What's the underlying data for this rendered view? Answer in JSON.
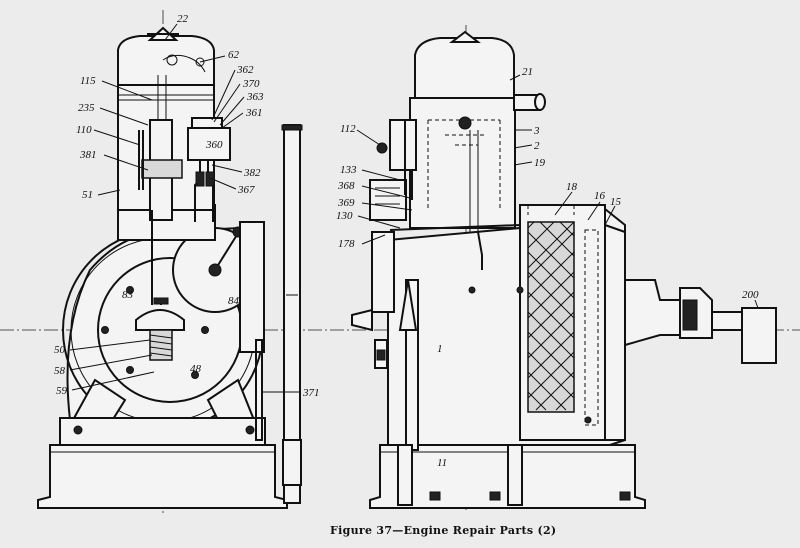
{
  "caption": "Figure 37—Engine Repair Parts (2)",
  "part_numbers": {
    "p22": "22",
    "p62": "62",
    "p115": "115",
    "p362": "362",
    "p370": "370",
    "p363": "363",
    "p361": "361",
    "p235": "235",
    "p110": "110",
    "p360": "360",
    "p381": "381",
    "p382": "382",
    "p367": "367",
    "p51": "51",
    "p83": "83",
    "p84": "84",
    "p50": "50",
    "p48": "48",
    "p58": "58",
    "p59": "59",
    "p371": "371",
    "p21": "21",
    "p112": "112",
    "p3": "3",
    "p2": "2",
    "p19": "19",
    "p133": "133",
    "p368": "368",
    "p369": "369",
    "p130": "130",
    "p178": "178",
    "p18": "18",
    "p16": "16",
    "p15": "15",
    "p200": "200",
    "p1": "1",
    "p11": "11"
  }
}
